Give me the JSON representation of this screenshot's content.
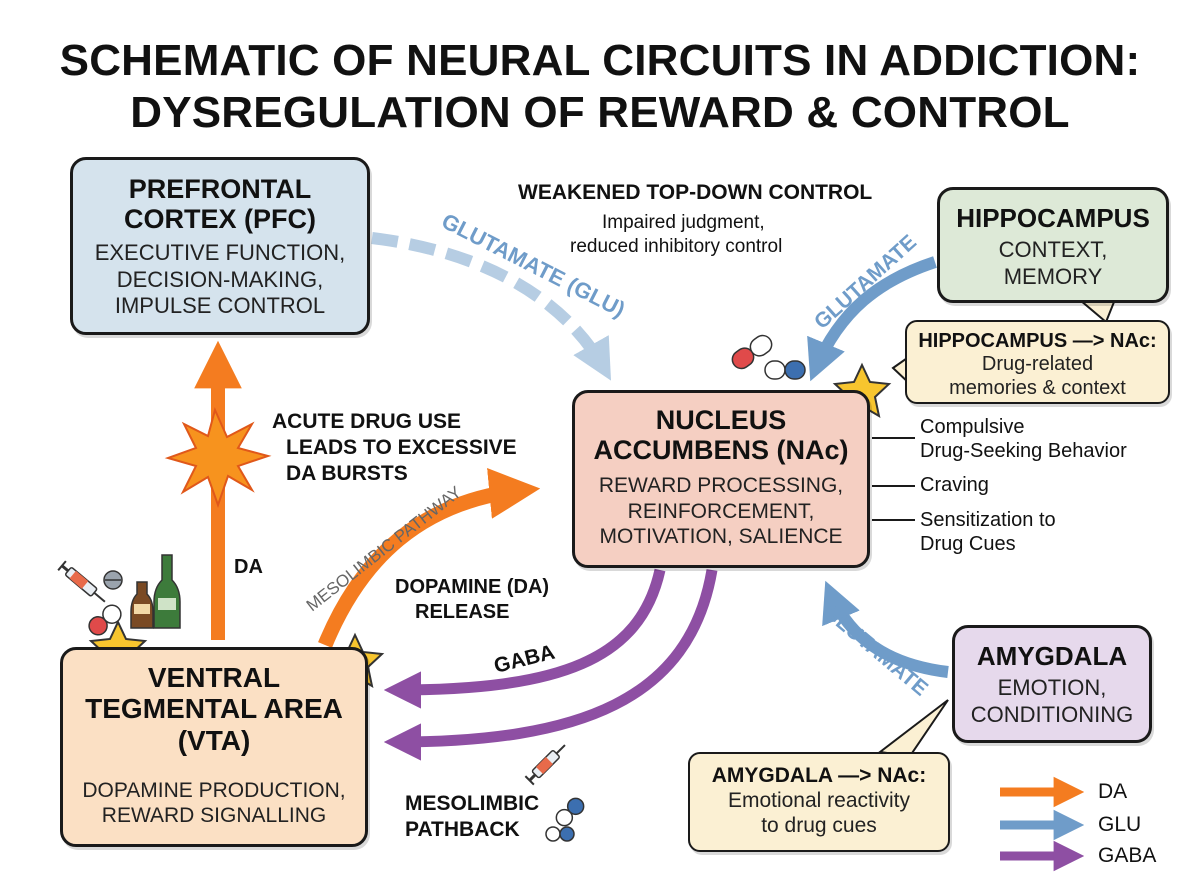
{
  "title": {
    "line1": "SCHEMATIC OF NEURAL CIRCUITS IN ADDICTION:",
    "line2": "DYSREGULATION OF REWARD & CONTROL"
  },
  "nodes": {
    "pfc": {
      "title_1": "PREFRONTAL",
      "title_2": "CORTEX (PFC)",
      "desc_1": "EXECUTIVE FUNCTION,",
      "desc_2": "DECISION-MAKING,",
      "desc_3": "IMPULSE CONTROL",
      "fill": "#d5e3ed"
    },
    "hippocampus": {
      "title": "HIPPOCAMPUS",
      "desc_1": "CONTEXT,",
      "desc_2": "MEMORY",
      "fill": "#dde9d7"
    },
    "nac": {
      "title_1": "NUCLEUS",
      "title_2": "ACCUMBENS (NAc)",
      "desc_1": "REWARD PROCESSING,",
      "desc_2": "REINFORCEMENT,",
      "desc_3": "MOTIVATION, SALIENCE",
      "fill": "#f5cfc2"
    },
    "vta": {
      "title_1": "VENTRAL",
      "title_2": "TEGMENTAL AREA",
      "title_3": "(VTA)",
      "desc_1": "DOPAMINE PRODUCTION,",
      "desc_2": "REWARD SIGNALLING",
      "fill": "#fbe0c4"
    },
    "amygdala": {
      "title": "AMYGDALA",
      "desc_1": "EMOTION,",
      "desc_2": "CONDITIONING",
      "fill": "#e6d9ec"
    }
  },
  "callouts": {
    "hippocampus_nac": {
      "title": "HIPPOCAMPUS —> NAc:",
      "line_1": "Drug-related",
      "line_2": "memories & context",
      "fill": "#fbf0d3"
    },
    "amygdala_nac": {
      "title": "AMYGDALA —> NAc:",
      "line_1": "Emotional reactivity",
      "line_2": "to drug cues",
      "fill": "#fbf0d3"
    }
  },
  "labels": {
    "weakened_title": "WEAKENED TOP-DOWN CONTROL",
    "weakened_line_1": "Impaired judgment,",
    "weakened_line_2": "reduced inhibitory control",
    "glu_pfc": "GLUTAMATE (GLU)",
    "glu_hippo": "GLUTAMATE",
    "glu_amyg": "GLUTAMATE",
    "acute_1": "ACUTE DRUG USE",
    "acute_2": "LEADS TO EXCESSIVE",
    "acute_3": "DA BURSTS",
    "da_vertical": "DA",
    "mesolimbic_pathway": "MESOLIMBIC PATHWAY",
    "dopamine_release_1": "DOPAMINE (DA)",
    "dopamine_release_2": "RELEASE",
    "gaba": "GABA",
    "pathback_1": "MESOLIMBIC",
    "pathback_2": "PATHBACK"
  },
  "outcomes": {
    "item_1_line_1": "Compulsive",
    "item_1_line_2": "Drug-Seeking Behavior",
    "item_2": "Craving",
    "item_3_line_1": "Sensitization to",
    "item_3_line_2": "Drug Cues"
  },
  "legend": {
    "da": {
      "label": "DA",
      "color": "#f47c20"
    },
    "glu": {
      "label": "GLU",
      "color": "#6f9cc9"
    },
    "gaba": {
      "label": "GABA",
      "color": "#8e4fa3"
    }
  },
  "colors": {
    "da": "#f47c20",
    "glu": "#6f9cc9",
    "glu_faded": "#b6cde3",
    "gaba": "#8e4fa3",
    "star": "#f7c52e",
    "burst": "#f7931e"
  },
  "icons": [
    "pill-capsule-icon",
    "syringe-icon",
    "bottle-icon",
    "star-icon",
    "burst-icon"
  ]
}
